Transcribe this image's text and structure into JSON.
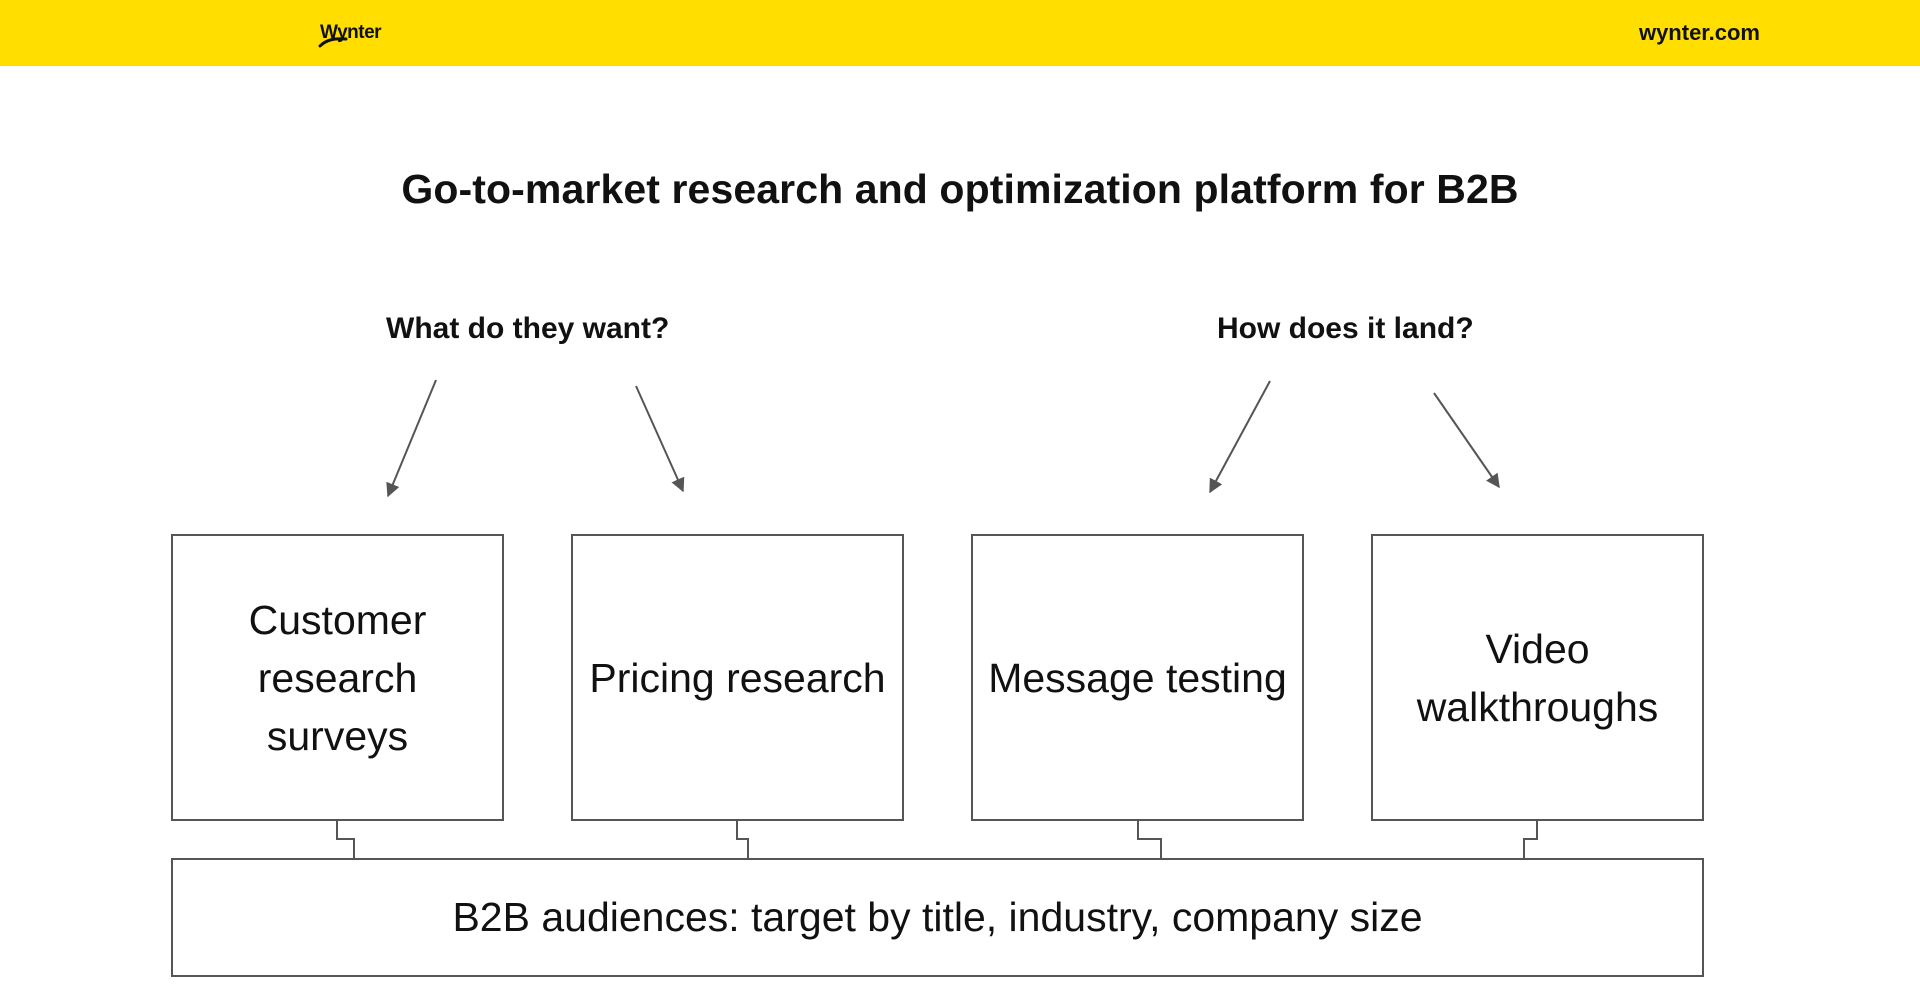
{
  "header": {
    "logo_text": "Wynter",
    "site_link": "wynter.com",
    "background": "#FFDE00"
  },
  "title": "Go-to-market research and optimization platform for B2B",
  "groups": [
    {
      "label": "What do they want?"
    },
    {
      "label": "How does it land?"
    }
  ],
  "boxes": [
    {
      "label": "Customer research surveys"
    },
    {
      "label": "Pricing research"
    },
    {
      "label": "Message testing"
    },
    {
      "label": "Video walkthroughs"
    }
  ],
  "audience": {
    "label": "B2B audiences: target by title, industry, company size"
  },
  "colors": {
    "accent": "#FFDE00",
    "stroke": "#555555",
    "text": "#111111"
  }
}
